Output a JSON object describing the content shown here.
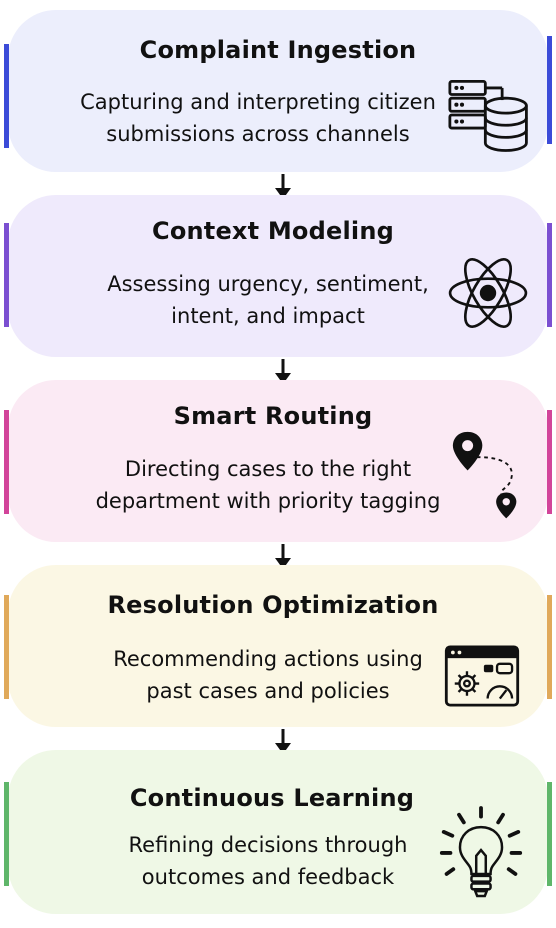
{
  "steps": [
    {
      "title": "Complaint Ingestion",
      "line1": "Capturing and interpreting citizen",
      "line2": "submissions across channels",
      "icon": "database-server-icon",
      "bg": "#eceefc",
      "accent": "#3b4bd8"
    },
    {
      "title": "Context Modeling",
      "line1": "Assessing urgency, sentiment,",
      "line2": "intent, and impact",
      "icon": "atom-icon",
      "bg": "#efeafc",
      "accent": "#7b4fd1"
    },
    {
      "title": "Smart Routing",
      "line1": "Directing cases to the right",
      "line2": "department with priority tagging",
      "icon": "route-map-pin-icon",
      "bg": "#fbeaf4",
      "accent": "#d2449a"
    },
    {
      "title": "Resolution Optimization",
      "line1": "Recommending actions using",
      "line2": "past cases and policies",
      "icon": "dashboard-settings-icon",
      "bg": "#fbf7e4",
      "accent": "#e0a95a"
    },
    {
      "title": "Continuous Learning",
      "line1": "Refining decisions through",
      "line2": "outcomes and feedback",
      "icon": "lightbulb-icon",
      "bg": "#eff8e6",
      "accent": "#5fb66a"
    }
  ]
}
